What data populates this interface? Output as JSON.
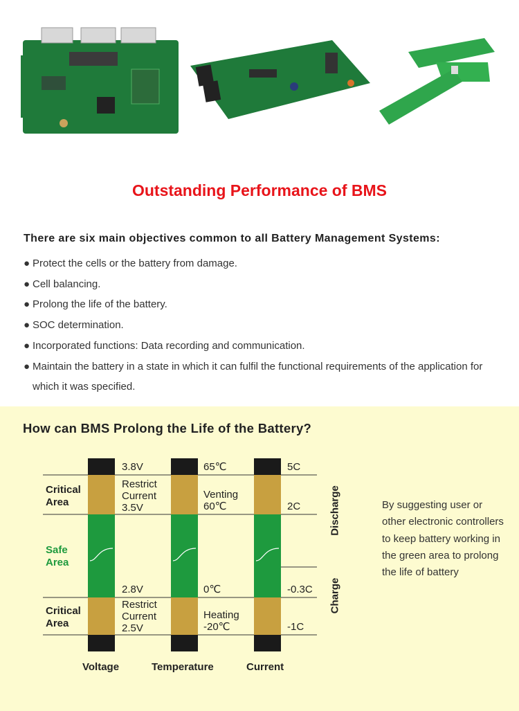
{
  "page_title": "Outstanding Performance of BMS",
  "intro": "There are six main objectives common to all Battery Management Systems:",
  "objectives": [
    "Protect the cells or the battery from damage.",
    "Cell balancing.",
    "Prolong the life of the battery.",
    "SOC determination.",
    "Incorporated functions: Data recording and communication.",
    "Maintain the battery in a state in which it can fulfil the functional requirements of the application for which it was specified."
  ],
  "bullet_glyph": "●",
  "section_title": "How can BMS Prolong the Life of the Battery?",
  "diagram": {
    "area_labels": {
      "critical_top": "Critical\nArea",
      "safe": "Safe\nArea",
      "critical_bottom": "Critical\nArea"
    },
    "voltage": {
      "top": "3.8V",
      "restrict_top": "Restrict\nCurrent\n3.5V",
      "low": "2.8V",
      "restrict_bottom": "Restrict\nCurrent\n2.5V",
      "label": "Voltage"
    },
    "temperature": {
      "top": "65℃",
      "venting": "Venting\n60℃",
      "low": "0℃",
      "heating": "Heating\n-20℃",
      "label": "Temperature"
    },
    "current": {
      "top": "5C",
      "discharge_limit": "2C",
      "charge_limit": "-0.3C",
      "bottom": "-1C",
      "label": "Current"
    },
    "discharge_label": "Discharge",
    "charge_label": "Charge",
    "colors": {
      "black": "#1a1a1a",
      "gold": "#c8a040",
      "green": "#1e9a3e",
      "background": "#fdfbd0"
    }
  },
  "side_note": "By suggesting user or other electronic controllers to keep battery working in the green area to prolong the life of battery"
}
